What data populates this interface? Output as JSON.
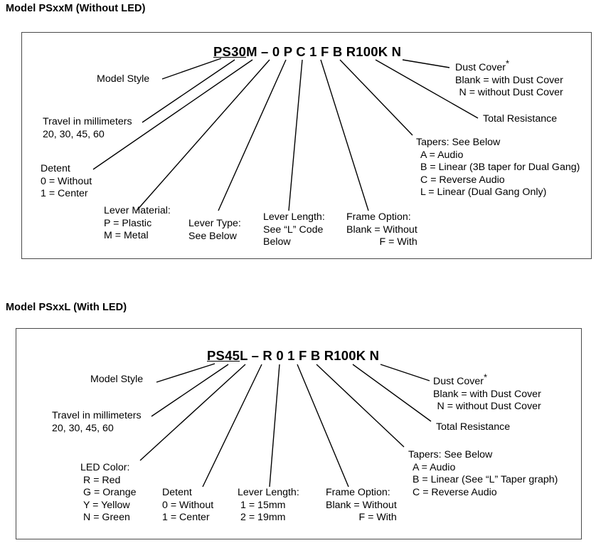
{
  "page": {
    "background_color": "#ffffff",
    "text_color": "#000000",
    "box_border_color": "#4a4a4a",
    "leader_line_color": "#000000"
  },
  "diagram1": {
    "title": "Model PSxxM (Without LED)",
    "part_number": {
      "prefix": "PS",
      "underlined": "30",
      "suffix": "M",
      "full": "PS30M – 0 P C 1 F B R100K N",
      "segments": [
        "PS30M",
        "–",
        "0",
        "P",
        "C",
        "1",
        "F",
        "B",
        "R100K",
        "N"
      ]
    },
    "callouts": {
      "model_style": "Model Style",
      "travel_line1": "Travel in millimeters",
      "travel_line2": "20, 30, 45, 60",
      "detent_title": "Detent",
      "detent_opt1": "0 = Without",
      "detent_opt2": "1 = Center",
      "lever_material_title": "Lever Material:",
      "lever_material_opt1": "P = Plastic",
      "lever_material_opt2": "M = Metal",
      "lever_type_title": "Lever Type:",
      "lever_type_opt1": "See Below",
      "lever_length_title": "Lever Length:",
      "lever_length_opt1": "See “L” Code",
      "lever_length_opt2": "Below",
      "frame_option_title": "Frame Option:",
      "frame_option_opt1": "Blank = Without",
      "frame_option_opt2": "F = With",
      "tapers_title": "Tapers: See Below",
      "tapers_opt1": "A = Audio",
      "tapers_opt2": "B = Linear (3B taper for Dual Gang)",
      "tapers_opt3": "C = Reverse Audio",
      "tapers_opt4": "L = Linear (Dual Gang Only)",
      "total_resistance": "Total Resistance",
      "dust_cover_title": "Dust Cover",
      "dust_cover_star": "*",
      "dust_cover_opt1": "Blank = with Dust Cover",
      "dust_cover_opt2": "N = without Dust Cover"
    }
  },
  "diagram2": {
    "title": "Model PSxxL (With LED)",
    "part_number": {
      "prefix": "PS",
      "underlined": "45",
      "suffix": "L",
      "full": "PS45L – R 0 1 F B R100K N",
      "segments": [
        "PS45L",
        "–",
        "R",
        "0",
        "1",
        "F",
        "B",
        "R100K",
        "N"
      ]
    },
    "callouts": {
      "model_style": "Model Style",
      "travel_line1": "Travel in millimeters",
      "travel_line2": "20, 30, 45, 60",
      "led_color_title": "LED Color:",
      "led_color_opt1": "R = Red",
      "led_color_opt2": "G = Orange",
      "led_color_opt3": "Y = Yellow",
      "led_color_opt4": "N = Green",
      "detent_title": "Detent",
      "detent_opt1": "0 = Without",
      "detent_opt2": "1 = Center",
      "lever_length_title": "Lever Length:",
      "lever_length_opt1": "1 = 15mm",
      "lever_length_opt2": "2 = 19mm",
      "frame_option_title": "Frame Option:",
      "frame_option_opt1": "Blank = Without",
      "frame_option_opt2": "F = With",
      "tapers_title": "Tapers: See Below",
      "tapers_opt1": "A = Audio",
      "tapers_opt2": "B = Linear (See “L” Taper graph)",
      "tapers_opt3": "C = Reverse Audio",
      "total_resistance": "Total Resistance",
      "dust_cover_title": "Dust Cover",
      "dust_cover_star": "*",
      "dust_cover_opt1": "Blank = with Dust Cover",
      "dust_cover_opt2": "N = without Dust Cover"
    }
  }
}
